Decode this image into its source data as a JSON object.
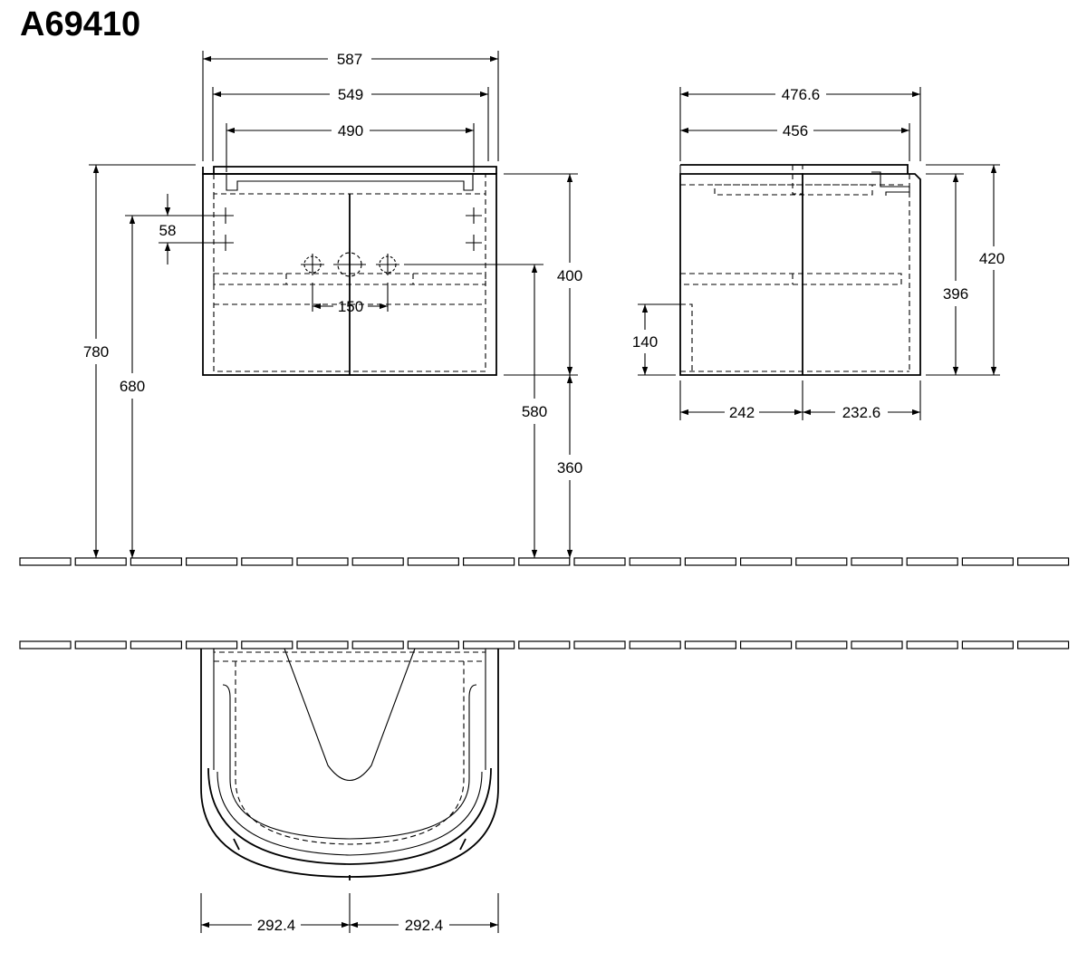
{
  "title": "A69410",
  "dimensions": {
    "front_width_587": "587",
    "front_width_549": "549",
    "front_width_490": "490",
    "hole_spacing_58": "58",
    "tap_spacing_150": "150",
    "height_400": "400",
    "height_780": "780",
    "height_680": "680",
    "height_580": "580",
    "height_360": "360",
    "side_depth_476_6": "476.6",
    "side_depth_456": "456",
    "side_height_420": "420",
    "side_height_396": "396",
    "side_height_140": "140",
    "side_depth_242": "242",
    "side_depth_232_6": "232.6",
    "plan_half_left": "292.4",
    "plan_half_right": "292.4"
  }
}
